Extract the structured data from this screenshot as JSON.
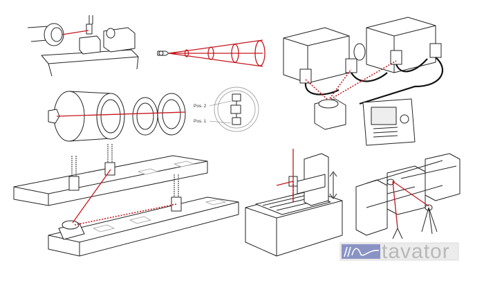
{
  "labels": {
    "pos2": "Pos. 2",
    "pos1": "Pos. 1"
  },
  "logo": {
    "text": "tavator",
    "color_mark": "#8a93c4",
    "color_text": "#b8b8b8"
  },
  "colors": {
    "laser": "#c4161c",
    "line": "#222222"
  }
}
